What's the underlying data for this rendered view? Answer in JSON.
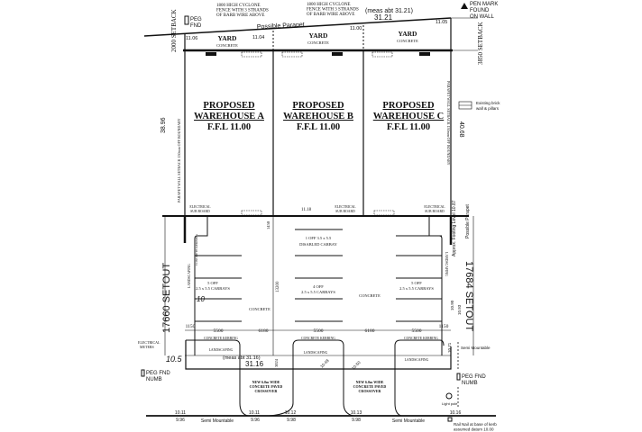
{
  "top": {
    "fence_left": [
      "1800 HIGH CYCLONE",
      "FENCE WITH 3 STRANDS",
      "OF BARB WIRE ABOVE"
    ],
    "fence_right": [
      "1800 HIGH CYCLONE",
      "FENCE WITH 3 STRANDS",
      "OF BARB WIRE ABOVE"
    ],
    "meas_top": "(meas abt 31.21)",
    "dim_top": "31.21",
    "possible_parapet": "Possible Parapet",
    "pen_mark": [
      "PEN MARK",
      "FOUND",
      "ON WALL"
    ],
    "peg_fnd": [
      "PEG",
      "FND"
    ],
    "level_left": "11.06",
    "level_mid1": "11.04",
    "level_mid2": "11.00",
    "level_right": "11.05",
    "setback_left": "2000 SETBACK",
    "setback_right": "3850 SETBACK"
  },
  "yards": [
    {
      "title": "YARD",
      "sub": "CONCRETE"
    },
    {
      "title": "YARD",
      "sub": "CONCRETE"
    },
    {
      "title": "YARD",
      "sub": "CONCRETE"
    }
  ],
  "warehouses": [
    {
      "line1": "PROPOSED",
      "line2": "WAREHOUSE A",
      "ffl": "F.F.L  11.00"
    },
    {
      "line1": "PROPOSED",
      "line2": "WAREHOUSE B",
      "ffl": "F.F.L  11.00"
    },
    {
      "line1": "PROPOSED",
      "line2": "WAREHOUSE C",
      "ffl": "F.F.L  11.00"
    }
  ],
  "sides": {
    "left_dim": "38.96",
    "right_dim": "40.68",
    "left_wall": "PARAPET WALL SETBACK 150mm OFF BOUNDARY",
    "right_wall": "PARAPET WALL SETBACK 150mm OFF BOUNDARY",
    "brick_wall": [
      "Existing brick",
      "wall & pillars"
    ],
    "footing_level": "Approx. Footing Level 10.87",
    "possible_parapet_right": "Possible Parapet",
    "left_setout": "17660 SETOUT",
    "right_setout": "17684 SETOUT"
  },
  "sub_boards": [
    [
      "ELECTRICAL",
      "SUB BOARD"
    ],
    [
      "ELECTRICAL",
      "SUB BOARD"
    ],
    [
      "ELECTRICAL",
      "SUB BOARD"
    ]
  ],
  "carpark": {
    "level_mid": "11.18",
    "dim_1450": "1450",
    "dim_13200": "13200",
    "disabled": [
      "1 OFF 3.5 x 5.5",
      "DISABLED CARBAY"
    ],
    "bays_left": [
      "5 OFF",
      "2.5 x 5.5 CARBAYS"
    ],
    "bays_mid": [
      "4 OFF",
      "2.5 x 5.5 CARBAYS"
    ],
    "bays_right": [
      "5 OFF",
      "2.5 x 5.5 CARBAYS"
    ],
    "concrete_left": "CONCRETE",
    "concrete_right": "CONCRETE",
    "landscaping_left": "LANDSCAPING",
    "landscaping_right": "LANDSCAPING",
    "kerbing_side": "CONCRETE KERBING",
    "level_10": "10",
    "dims": [
      "1150",
      "5500",
      "6180",
      "5500",
      "6180",
      "5500",
      "1150"
    ],
    "level_r1": "10.90",
    "level_r2": "10.93"
  },
  "front": {
    "kerbing": [
      "CONCRETE KERBING",
      "CONCRETE KERBING",
      "CONCRETE KERBING"
    ],
    "landscaping": [
      "LANDSCAPING",
      "LANDSCAPING",
      "LANDSCAPING"
    ],
    "electrical_meters": [
      "ELECTRICAL",
      "METERS"
    ],
    "level_105": "10.5",
    "meas_bottom": "(meas abt 31.16)",
    "dim_bottom": "31.16",
    "dim_3024": "3024",
    "diag_1": "10.48",
    "diag_2": "10.50",
    "level_1071": "10.71",
    "semi_mountable_right": "Semi Mountable",
    "crossover_1": [
      "NEW 6.0m WIDE",
      "CONCRETE PAVED",
      "CROSSOVER"
    ],
    "crossover_2": [
      "NEW 6.0m WIDE",
      "CONCRETE PAVED",
      "CROSSOVER"
    ],
    "peg_left": [
      "PEG FND",
      "NUMB"
    ],
    "peg_right": [
      "PEG FND",
      "NUMB"
    ],
    "light_pole": "Light pole",
    "street_levels_top": [
      "10.11",
      "10.11",
      "10.12",
      "10.13",
      "10.16"
    ],
    "street_levels_bottom": [
      "9.96",
      "9.96",
      "9.98",
      "9.98"
    ],
    "semi_mountable_1": "Semi Mountable",
    "semi_mountable_2": "Semi Mountable",
    "rail_nail": [
      "Rail Nail at base of kerb",
      "assumed datum 10.00"
    ]
  }
}
